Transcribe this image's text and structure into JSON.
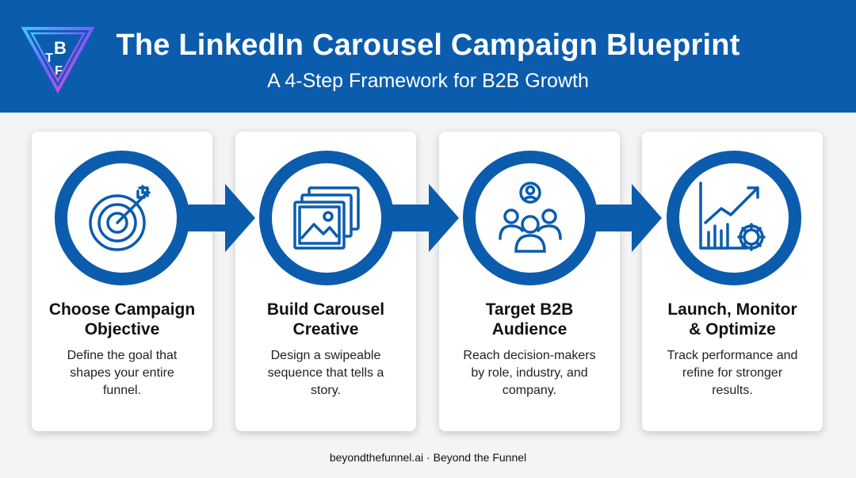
{
  "header": {
    "title": "The LinkedIn Carousel Campaign Blueprint",
    "subtitle": "A 4-Step Framework for B2B Growth",
    "logo_letters": "BTF",
    "logo_icon": "btf-triangle-logo"
  },
  "colors": {
    "brand_blue": "#0b5cad",
    "background": "#f3f4f6",
    "card": "#ffffff",
    "logo_gradient": [
      "#3ec6ff",
      "#7b5cff",
      "#ff3fd8"
    ]
  },
  "steps": [
    {
      "icon": "target-icon",
      "title_line1": "Choose Campaign",
      "title_line2": "Objective",
      "desc_line1": "Define the goal that",
      "desc_line2": "shapes your entire",
      "desc_line3": "funnel."
    },
    {
      "icon": "image-stack-icon",
      "title_line1": "Build Carousel",
      "title_line2": "Creative",
      "desc_line1": "Design a swipeable",
      "desc_line2": "sequence that tells a",
      "desc_line3": "story."
    },
    {
      "icon": "audience-icon",
      "title_line1": "Target B2B",
      "title_line2": "Audience",
      "desc_line1": "Reach decision-makers",
      "desc_line2": "by role, industry, and",
      "desc_line3": "company."
    },
    {
      "icon": "chart-gear-icon",
      "title_line1": "Launch, Monitor",
      "title_line2": "& Optimize",
      "desc_line1": "Track performance and",
      "desc_line2": "refine for stronger",
      "desc_line3": "results."
    }
  ],
  "footer": {
    "text": "beyondthefunnel.ai · Beyond the Funnel"
  }
}
